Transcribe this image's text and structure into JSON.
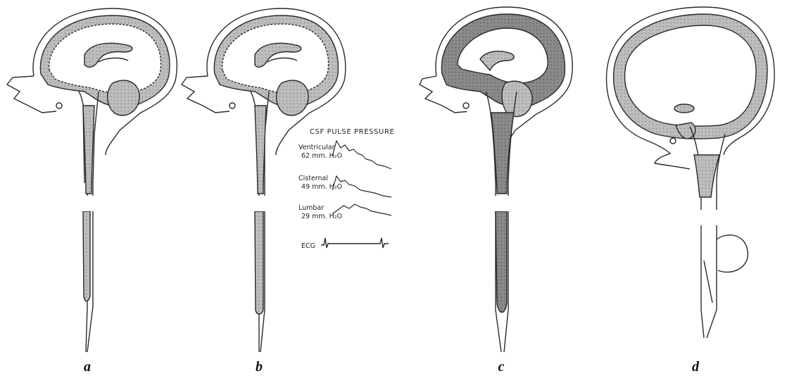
{
  "panel_labels": [
    "a",
    "b",
    "c",
    "d"
  ],
  "trace_title": "CSF PULSE PRESSURE",
  "traces": [
    {
      "name": "Ventricular",
      "value": "62 mm. H₂O"
    },
    {
      "name": "Cisternal",
      "value": "49 mm. H₂O"
    },
    {
      "name": "Lumbar",
      "value": "29 mm. H₂O"
    }
  ],
  "ecg_label": "ECG",
  "colors": {
    "ink": "#2a2a2a",
    "csf_light": "#c4c4c4",
    "csf_dark": "#8a8a8a",
    "paper": "#ffffff"
  }
}
